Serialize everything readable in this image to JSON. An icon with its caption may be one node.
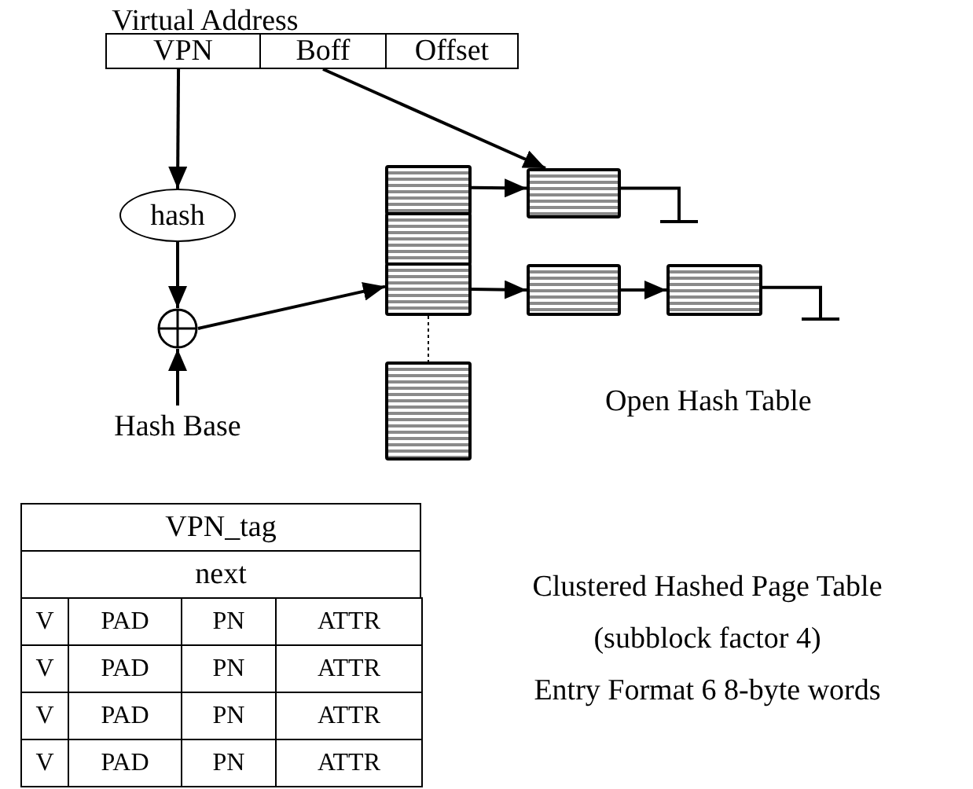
{
  "diagram": {
    "nodes": [
      {
        "text": [
          "Virtual Address"
        ]
      },
      {
        "text": [
          "VPN"
        ],
        "in": 0
      },
      {
        "text": [
          "Boff"
        ],
        "in": 0
      },
      {
        "text": [
          "Offset"
        ],
        "in": 0
      },
      {
        "text": [
          "hash"
        ]
      },
      {
        "text": [],
        "shape": "circle"
      },
      {
        "text": [
          "Hash Base"
        ]
      },
      {
        "text": [],
        "shape": "box"
      },
      {
        "text": [],
        "shape": "box"
      },
      {
        "text": [],
        "shape": "box"
      },
      {
        "text": [],
        "shape": "box"
      },
      {
        "text": [],
        "shape": "box"
      },
      {
        "text": [],
        "shape": "box"
      },
      {
        "text": [],
        "shape": "box"
      }
    ],
    "edges": [
      {
        "from": 1,
        "to": 4,
        "arrow": "to"
      },
      {
        "from": 4,
        "to": 5,
        "arrow": "to"
      },
      {
        "from": 6,
        "to": 5,
        "arrow": "to"
      },
      {
        "from": 5,
        "to": 9,
        "arrow": "to"
      },
      {
        "from": 2,
        "to": 11,
        "arrow": "to"
      },
      {
        "from": 7,
        "to": 11,
        "arrow": "to"
      },
      {
        "from": 9,
        "to": 12,
        "arrow": "to"
      },
      {
        "from": 12,
        "to": 13,
        "arrow": "to"
      },
      {
        "from": 9,
        "to": 10,
        "arrow": "none",
        "style": "dashed"
      }
    ],
    "labels": [
      "Open Hash Table",
      "VPN_tag",
      "next",
      "V",
      "PAD",
      "PN",
      "ATTR",
      "V",
      "PAD",
      "PN",
      "ATTR",
      "V",
      "PAD",
      "PN",
      "ATTR",
      "V",
      "PAD",
      "PN",
      "ATTR",
      "Clustered Hashed Page Table",
      "(subblock factor 4)",
      "Entry Format 6 8-byte words"
    ]
  }
}
